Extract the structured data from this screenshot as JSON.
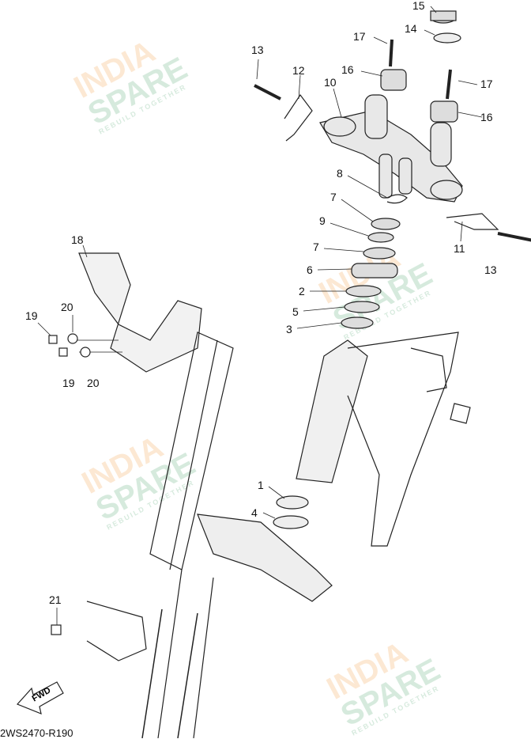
{
  "diagram_code": "2WS2470-R190",
  "fwd_label": "FWD",
  "watermark": {
    "line1": "INDIA",
    "line2": "SPARE",
    "tagline": "REBUILD TOGETHER"
  },
  "callouts": [
    {
      "id": "c15",
      "label": "15"
    },
    {
      "id": "c14",
      "label": "14"
    },
    {
      "id": "c17a",
      "label": "17"
    },
    {
      "id": "c16a",
      "label": "16"
    },
    {
      "id": "c13a",
      "label": "13"
    },
    {
      "id": "c12",
      "label": "12"
    },
    {
      "id": "c10",
      "label": "10"
    },
    {
      "id": "c17b",
      "label": "17"
    },
    {
      "id": "c16b",
      "label": "16"
    },
    {
      "id": "c8",
      "label": "8"
    },
    {
      "id": "c7a",
      "label": "7"
    },
    {
      "id": "c9",
      "label": "9"
    },
    {
      "id": "c7b",
      "label": "7"
    },
    {
      "id": "c11",
      "label": "11"
    },
    {
      "id": "c13b",
      "label": "13"
    },
    {
      "id": "c6",
      "label": "6"
    },
    {
      "id": "c2",
      "label": "2"
    },
    {
      "id": "c5",
      "label": "5"
    },
    {
      "id": "c3",
      "label": "3"
    },
    {
      "id": "c18",
      "label": "18"
    },
    {
      "id": "c20a",
      "label": "20"
    },
    {
      "id": "c19a",
      "label": "19"
    },
    {
      "id": "c19b",
      "label": "19"
    },
    {
      "id": "c20b",
      "label": "20"
    },
    {
      "id": "c1",
      "label": "1"
    },
    {
      "id": "c4",
      "label": "4"
    },
    {
      "id": "c21",
      "label": "21"
    }
  ]
}
